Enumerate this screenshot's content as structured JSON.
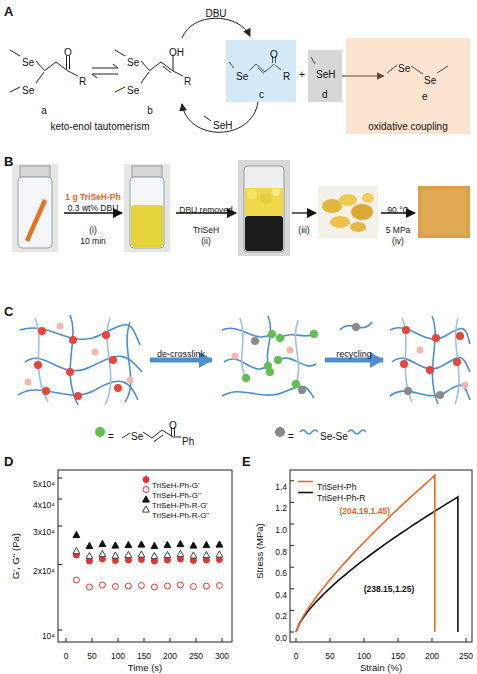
{
  "diagram": {
    "nodes": [
      {
        "text": [
          "Se",
          "O",
          "R",
          "c"
        ]
      },
      {
        "text": [
          "SeH",
          "d"
        ]
      },
      {
        "text": [
          "oxidative coupling"
        ]
      },
      {
        "text": [
          "Se",
          "Se",
          "e"
        ],
        "in": 2
      }
    ],
    "edges": [
      {
        "from": 1,
        "to": 3,
        "arrow": "to"
      }
    ],
    "labels": [
      "A",
      "Se",
      "Se",
      "O",
      "R",
      "a",
      "Se",
      "Se",
      "OH",
      "R",
      "b",
      "keto-enol tautomerism",
      "DBU",
      "SeH",
      "+",
      "B",
      "1 g TriSeH-Ph",
      "0.3 wt% DBU",
      "(i)",
      "10 min",
      "DBU removed",
      "TriSeH",
      "(ii)",
      "(iii)",
      "90 °C",
      "5 MPa",
      "(iv)",
      "C",
      "de-crosslink",
      "recycling",
      "=",
      "Se",
      "O",
      "Ph",
      "=",
      "Se-Se",
      "D",
      "5x10⁴",
      "4x10⁴",
      "3x10⁴",
      "2x10⁴",
      "10⁴",
      "0",
      "50",
      "100",
      "150",
      "200",
      "250",
      "300",
      "Time (s)",
      "G', G'' (Pa)",
      "E",
      "0.0",
      "0.2",
      "0.4",
      "0.6",
      "0.8",
      "1.0",
      "1.2",
      "1.4",
      "0",
      "50",
      "100",
      "150",
      "200",
      "250",
      "Strain (%)",
      "Stress (MPa)",
      "(204.19,1.45)",
      "(238.15,1.25)"
    ],
    "legend": [
      {
        "text": "TriSeH-Ph-G'"
      },
      {
        "text": "TriSeH-Ph-G''"
      },
      {
        "text": "TriSeH-Ph-R-G'"
      },
      {
        "text": "TriSeH-Ph-R-G''"
      },
      {
        "text": "TriSeH-Ph"
      },
      {
        "text": "TriSeH-Ph-R"
      }
    ]
  }
}
